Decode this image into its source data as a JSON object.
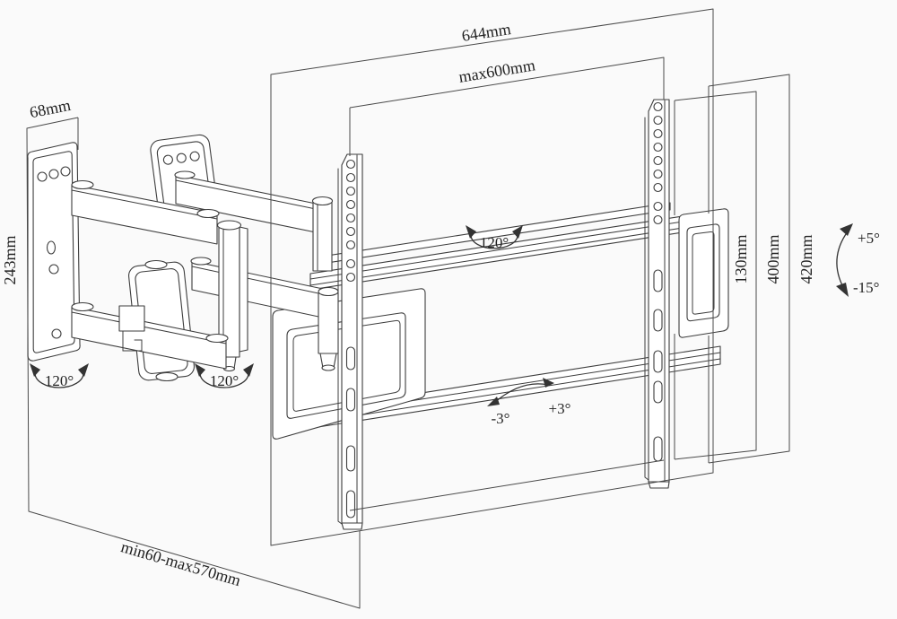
{
  "labels": {
    "wall_plate_width": "68mm",
    "wall_plate_height": "243mm",
    "top_width": "644mm",
    "vesa_max_width": "max600mm",
    "extension_range": "min60-max570mm",
    "adapter_plate_height": "130mm",
    "vesa_max_height": "400mm",
    "rail_height": "420mm",
    "swivel_wall": "120°",
    "swivel_elbow": "120°",
    "swivel_tv": "120°",
    "tilt_up": "+5°",
    "tilt_down": "-15°",
    "level_left": "-3°",
    "level_right": "+3°"
  },
  "colors": {
    "background": "#fafafa",
    "hardware_line": "#3d3d3d",
    "dimension_line": "#4a4a4a",
    "text": "#222222"
  }
}
